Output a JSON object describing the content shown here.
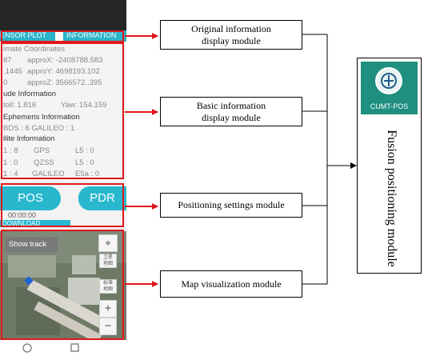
{
  "phone": {
    "tabs": {
      "sensor_plot": "ENSOR PLOT",
      "information": "INFORMATION"
    },
    "info_lines": [
      {
        "text": "imate Coordinates",
        "dark": false
      },
      {
        "text": "87",
        "dark": false
      },
      {
        "text": "approX: -2408788.583",
        "dark": false
      },
      {
        "text": ".1445",
        "dark": false
      },
      {
        "text": "approY: 4698193.102",
        "dark": false
      },
      {
        "text": "0",
        "dark": false
      },
      {
        "text": "approZ: 3566572..395",
        "dark": false
      },
      {
        "text": "ude Information",
        "dark": true
      },
      {
        "text": "toll: 1.816",
        "dark": false
      },
      {
        "text": "Yaw: 154.159",
        "dark": false
      },
      {
        "text": "Ephemeris Information",
        "dark": true
      },
      {
        "text": "BDS : 6  GALILEO : 1",
        "dark": false
      },
      {
        "text": "llite Information",
        "dark": true
      },
      {
        "text": "1 : 8",
        "dark": false
      },
      {
        "text": "GPS",
        "dark": false
      },
      {
        "text": "L5 : 0",
        "dark": false
      },
      {
        "text": "1 : 0",
        "dark": false
      },
      {
        "text": "QZSS",
        "dark": false
      },
      {
        "text": "L5 : 0",
        "dark": false
      },
      {
        "text": "1 : 4",
        "dark": false
      },
      {
        "text": "GALILEO",
        "dark": false
      },
      {
        "text": "E5a : 0",
        "dark": false
      }
    ],
    "pos_button": "POS",
    "pdr_button": "PDR",
    "timer": "00:00:00",
    "download": "DOWNLOAD",
    "map": {
      "show_track": "Show track",
      "zoom_in": "+",
      "zoom_out": "−",
      "locate_icon": "crosshair-icon",
      "labels": [
        "卫星\n地图",
        "标准\n地图"
      ]
    },
    "nav_icons": [
      "home-circle-icon",
      "recent-square-icon"
    ]
  },
  "modules": {
    "original": "Original information\ndisplay module",
    "basic": "Basic information\ndisplay module",
    "positioning": "Positioning settings module",
    "map": "Map visualization module"
  },
  "fusion": {
    "logo_text": "CUMT-POS",
    "label": "Fusion positioning module"
  },
  "colors": {
    "accent": "#29b7ce",
    "highlight": "#e0181c",
    "logo": "#1f8f80"
  }
}
